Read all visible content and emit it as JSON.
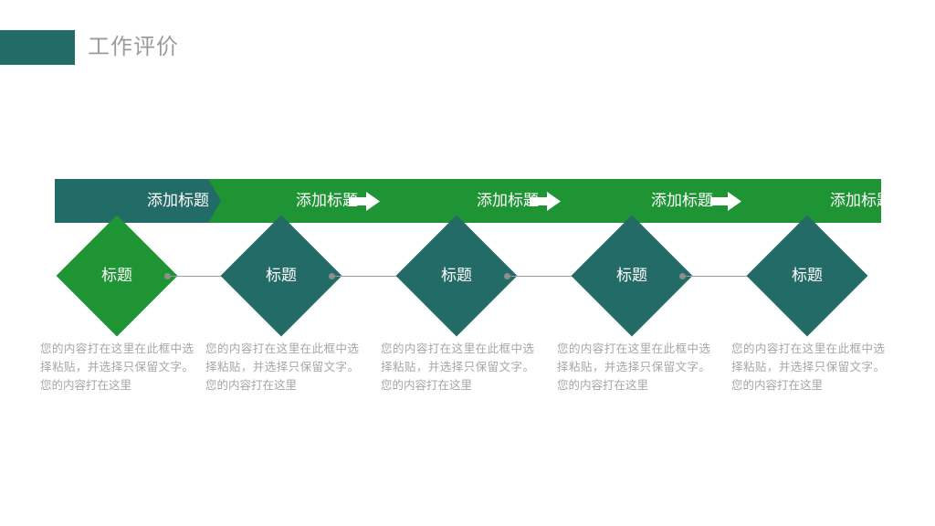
{
  "slide": {
    "background_color": "#ffffff",
    "accent_teal": "#236b66",
    "accent_green": "#1f9434",
    "text_gray": "#a6a6a6",
    "title_gray": "#9b9b9b"
  },
  "header": {
    "title": "工作评价"
  },
  "banner": {
    "steps": [
      {
        "label": "添加标题",
        "color": "#236b66"
      },
      {
        "label": "添加标题",
        "color": "#1f9434"
      },
      {
        "label": "添加标题",
        "color": "#1f9434"
      },
      {
        "label": "添加标题",
        "color": "#1f9434"
      },
      {
        "label": "添加标题",
        "color": "#1f9434"
      }
    ],
    "arrow_icon": "right-arrow-icon",
    "arrow_count": 3
  },
  "diamonds": [
    {
      "label": "标题",
      "color": "#1f9434"
    },
    {
      "label": "标题",
      "color": "#236b66"
    },
    {
      "label": "标题",
      "color": "#236b66"
    },
    {
      "label": "标题",
      "color": "#236b66"
    },
    {
      "label": "标题",
      "color": "#236b66"
    }
  ],
  "connectors": {
    "line_color": "#9a9a9a",
    "dot_color": "#8e8e8e",
    "count": 4
  },
  "body_texts": [
    "您的内容打在这里在此框中选择粘贴，并选择只保留文字。您的内容打在这里",
    "您的内容打在这里在此框中选择粘贴，并选择只保留文字。您的内容打在这里",
    "您的内容打在这里在此框中选择粘贴，并选择只保留文字。您的内容打在这里",
    "您的内容打在这里在此框中选择粘贴，并选择只保留文字。您的内容打在这里",
    "您的内容打在这里在此框中选择粘贴，并选择只保留文字。您的内容打在这里"
  ]
}
